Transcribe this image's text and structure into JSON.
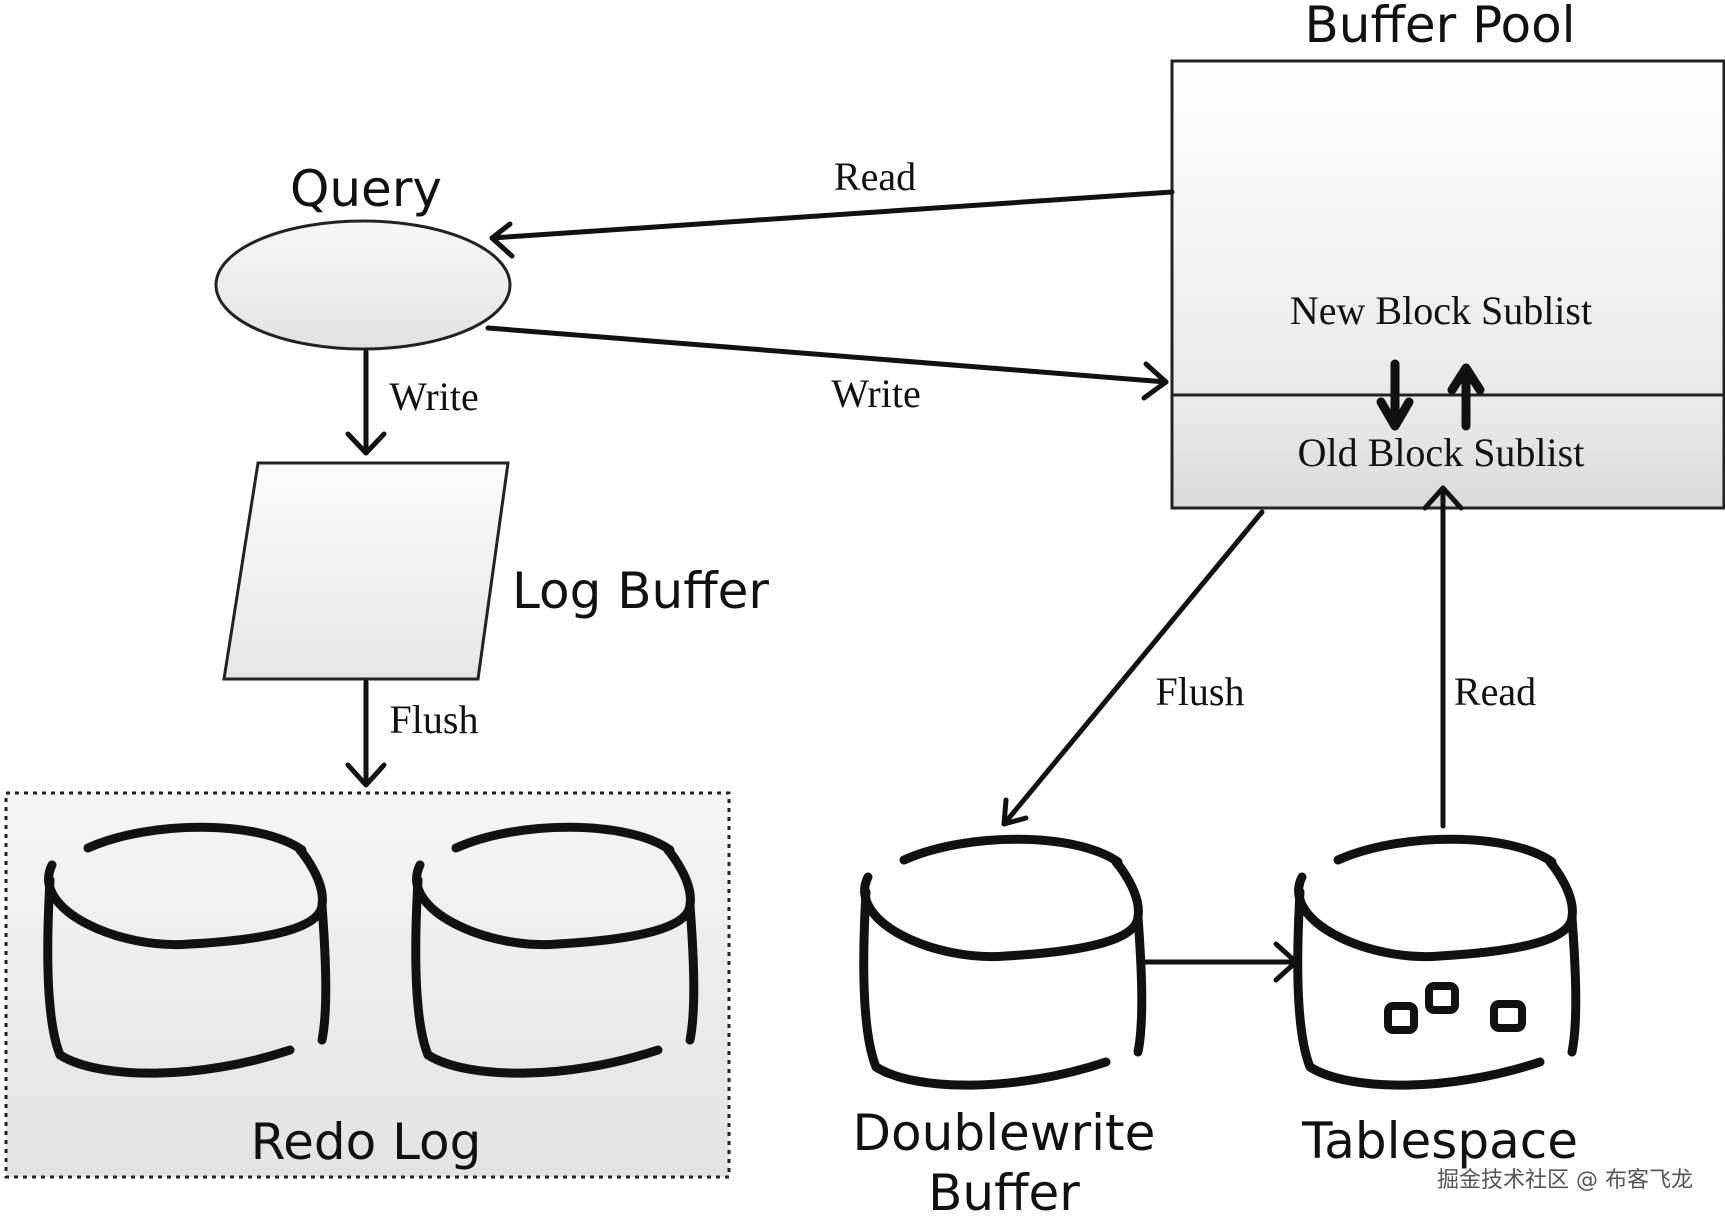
{
  "title": "Buffer Pool",
  "nodes": {
    "query": "Query",
    "log_buffer": "Log Buffer",
    "redo_log": "Redo Log",
    "doublewrite_line1": "Doublewrite",
    "doublewrite_line2": "Buffer",
    "tablespace": "Tablespace",
    "new_block_sublist": "New Block Sublist",
    "old_block_sublist": "Old Block Sublist"
  },
  "edges": {
    "buffer_to_query": "Read",
    "query_to_buffer": "Write",
    "query_to_log": "Write",
    "log_to_redo": "Flush",
    "buffer_to_doublewrite": "Flush",
    "tablespace_to_buffer": "Read"
  },
  "watermark": "掘金技术社区 @ 布客飞龙"
}
